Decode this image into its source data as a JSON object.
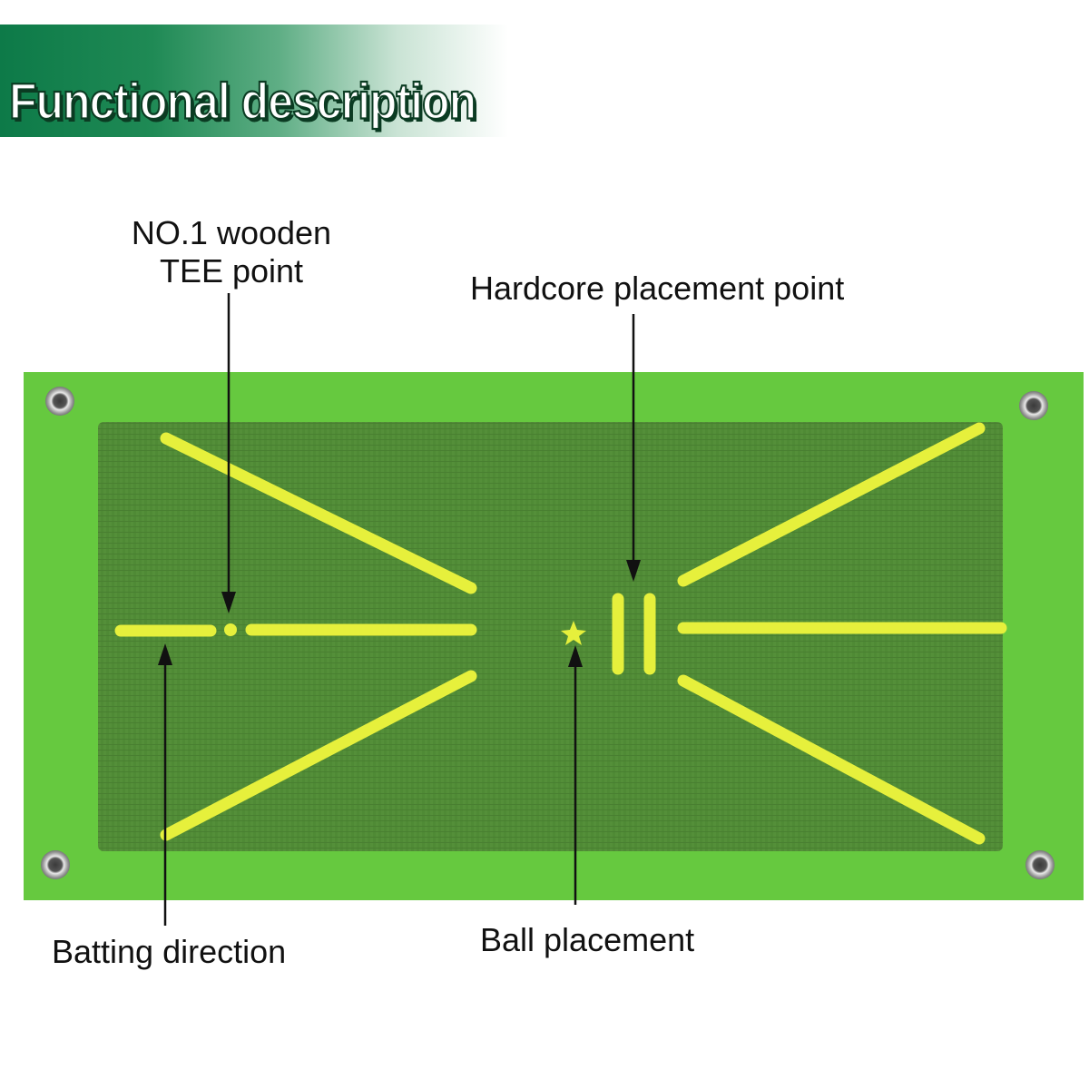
{
  "header": {
    "title": "Functional description"
  },
  "labels": {
    "tee_point_line1": "NO.1 wooden",
    "tee_point_line2": "TEE point",
    "hardcore_point": "Hardcore placement point",
    "batting_direction": "Batting direction",
    "ball_placement": "Ball placement"
  },
  "colors": {
    "banner_green": "#0d7a48",
    "mat_border": "#66c93f",
    "mat_turf": "#4f8a35",
    "guide_line": "#e6f03c",
    "text": "#111111"
  },
  "icons": [
    "grommet-icon",
    "arrow-icon"
  ]
}
